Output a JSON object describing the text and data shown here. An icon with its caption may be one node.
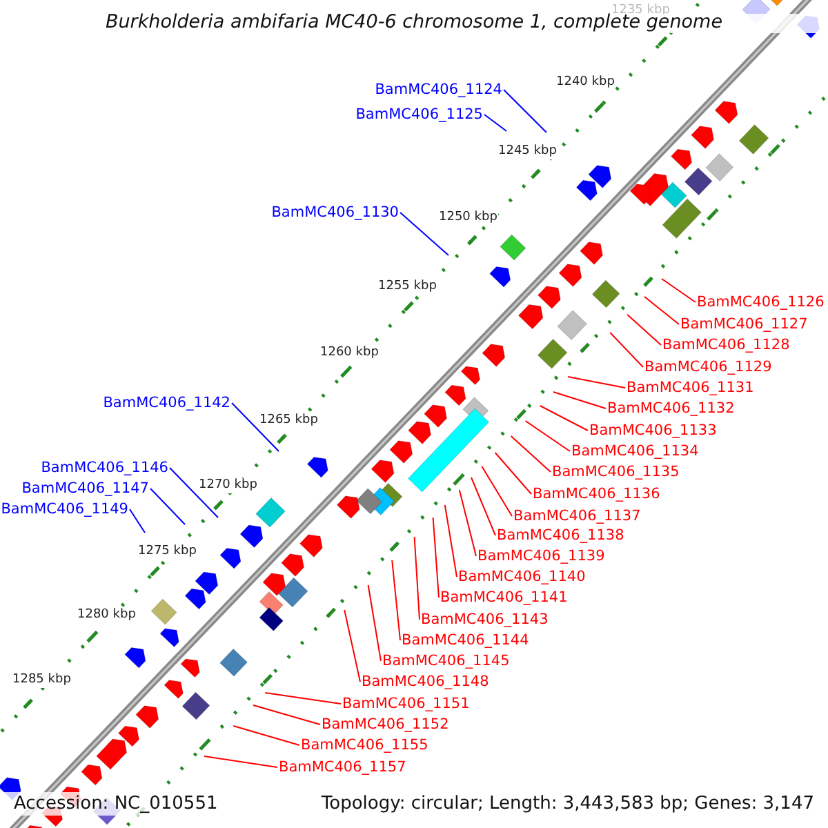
{
  "diagram": {
    "title": "Burkholderia ambifaria MC40-6 chromosome 1, complete genome",
    "nodes": [
      {
        "text": [
          "BamMC406_1124"
        ]
      },
      {
        "text": [
          "BamMC406_1125"
        ]
      },
      {
        "text": [
          "BamMC406_1126"
        ]
      },
      {
        "text": [
          "BamMC406_1127"
        ]
      },
      {
        "text": [
          "BamMC406_1128"
        ]
      },
      {
        "text": [
          "BamMC406_1129"
        ]
      },
      {
        "text": [
          "BamMC406_1130"
        ]
      },
      {
        "text": [
          "BamMC406_1131"
        ]
      },
      {
        "text": [
          "BamMC406_1132"
        ]
      },
      {
        "text": [
          "BamMC406_1133"
        ]
      },
      {
        "text": [
          "BamMC406_1134"
        ]
      },
      {
        "text": [
          "BamMC406_1135"
        ]
      },
      {
        "text": [
          "BamMC406_1136"
        ]
      },
      {
        "text": [
          "BamMC406_1137"
        ]
      },
      {
        "text": [
          "BamMC406_1138"
        ]
      },
      {
        "text": [
          "BamMC406_1139"
        ]
      },
      {
        "text": [
          "BamMC406_1140"
        ]
      },
      {
        "text": [
          "BamMC406_1141"
        ]
      },
      {
        "text": [
          "BamMC406_1142"
        ]
      },
      {
        "text": [
          "BamMC406_1143"
        ]
      },
      {
        "text": [
          "BamMC406_1144"
        ]
      },
      {
        "text": [
          "BamMC406_1145"
        ]
      },
      {
        "text": [
          "BamMC406_1146"
        ]
      },
      {
        "text": [
          "BamMC406_1147"
        ]
      },
      {
        "text": [
          "BamMC406_1148"
        ]
      },
      {
        "text": [
          "BamMC406_1149"
        ]
      },
      {
        "text": [
          "BamMC406_1151"
        ]
      },
      {
        "text": [
          "BamMC406_1152"
        ]
      },
      {
        "text": [
          "BamMC406_1155"
        ]
      },
      {
        "text": [
          "BamMC406_1157"
        ]
      }
    ],
    "edges": [
      {
        "from": 0,
        "to": null,
        "arrow": "none",
        "color": "#0000ff"
      },
      {
        "from": 1,
        "to": null,
        "arrow": "none",
        "color": "#0000ff"
      },
      {
        "from": 2,
        "to": null,
        "arrow": "none"
      },
      {
        "from": 3,
        "to": null,
        "arrow": "none"
      },
      {
        "from": 4,
        "to": null,
        "arrow": "none"
      },
      {
        "from": 5,
        "to": null,
        "arrow": "none"
      },
      {
        "from": 6,
        "to": null,
        "arrow": "none",
        "color": "#0000ff"
      },
      {
        "from": 7,
        "to": null,
        "arrow": "none"
      },
      {
        "from": 8,
        "to": null,
        "arrow": "none"
      },
      {
        "from": 9,
        "to": null,
        "arrow": "none"
      },
      {
        "from": 10,
        "to": null,
        "arrow": "none"
      },
      {
        "from": 11,
        "to": null,
        "arrow": "none"
      },
      {
        "from": 12,
        "to": null,
        "arrow": "none"
      },
      {
        "from": 13,
        "to": null,
        "arrow": "none"
      },
      {
        "from": 14,
        "to": null,
        "arrow": "none"
      },
      {
        "from": 15,
        "to": null,
        "arrow": "none"
      },
      {
        "from": 16,
        "to": null,
        "arrow": "none"
      },
      {
        "from": 17,
        "to": null,
        "arrow": "none"
      },
      {
        "from": 18,
        "to": null,
        "arrow": "none",
        "color": "#0000ff"
      },
      {
        "from": 19,
        "to": null,
        "arrow": "none"
      },
      {
        "from": 20,
        "to": null,
        "arrow": "none"
      },
      {
        "from": 21,
        "to": null,
        "arrow": "none"
      },
      {
        "from": 22,
        "to": null,
        "arrow": "none",
        "color": "#0000ff"
      },
      {
        "from": 23,
        "to": null,
        "arrow": "none",
        "color": "#0000ff"
      },
      {
        "from": 24,
        "to": null,
        "arrow": "none"
      },
      {
        "from": 25,
        "to": null,
        "arrow": "none",
        "color": "#0000ff"
      },
      {
        "from": 26,
        "to": null,
        "arrow": "none"
      },
      {
        "from": 27,
        "to": null,
        "arrow": "none"
      },
      {
        "from": 28,
        "to": null,
        "arrow": "none"
      },
      {
        "from": 29,
        "to": null,
        "arrow": "none"
      }
    ],
    "labels": [
      "1235 kbp",
      "1240 kbp",
      "1245 kbp",
      "1250 kbp",
      "1255 kbp",
      "1260 kbp",
      "1265 kbp",
      "1270 kbp",
      "1275 kbp",
      "1280 kbp",
      "1285 kbp",
      "Accession: NC_010551",
      "Topology: circular; Length: 3,443,583 bp; Genes: 3,147"
    ]
  }
}
